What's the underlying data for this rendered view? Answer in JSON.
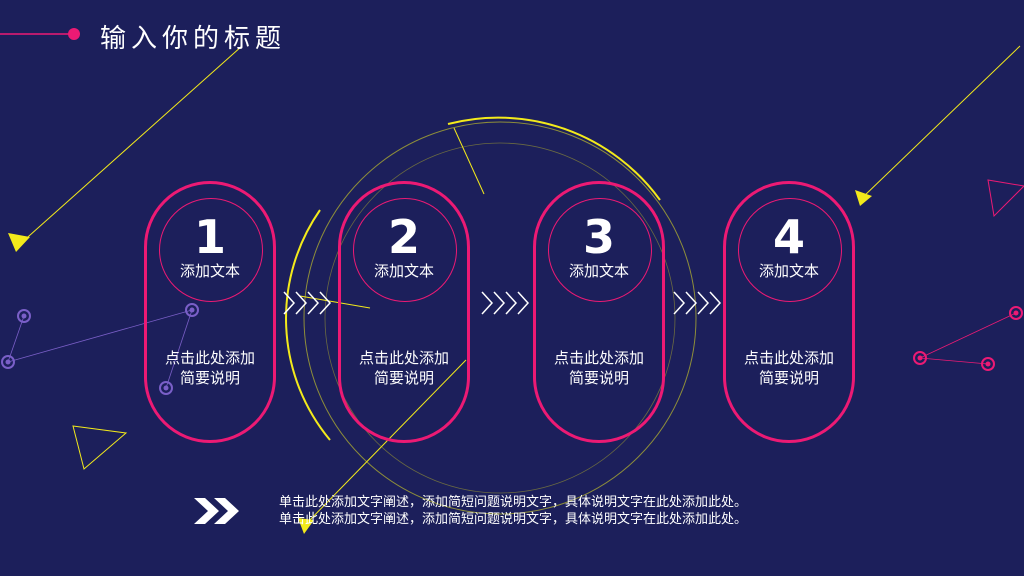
{
  "slide": {
    "title": "输入你的标题",
    "colors": {
      "background": "#1c1f5b",
      "accent_pink": "#ec1a74",
      "accent_yellow": "#f3ea1b",
      "accent_purple": "#7a5fc8"
    },
    "steps": [
      {
        "number": "1",
        "label": "添加文本",
        "desc_line1": "点击此处添加",
        "desc_line2": "简要说明"
      },
      {
        "number": "2",
        "label": "添加文本",
        "desc_line1": "点击此处添加",
        "desc_line2": "简要说明"
      },
      {
        "number": "3",
        "label": "添加文本",
        "desc_line1": "点击此处添加",
        "desc_line2": "简要说明"
      },
      {
        "number": "4",
        "label": "添加文本",
        "desc_line1": "点击此处添加",
        "desc_line2": "简要说明"
      }
    ],
    "footer": {
      "line1": "单击此处添加文字阐述，添加简短问题说明文字，具体说明文字在此处添加此处。",
      "line2": "单击此处添加文字阐述，添加简短问题说明文字，具体说明文字在此处添加此处。"
    }
  }
}
